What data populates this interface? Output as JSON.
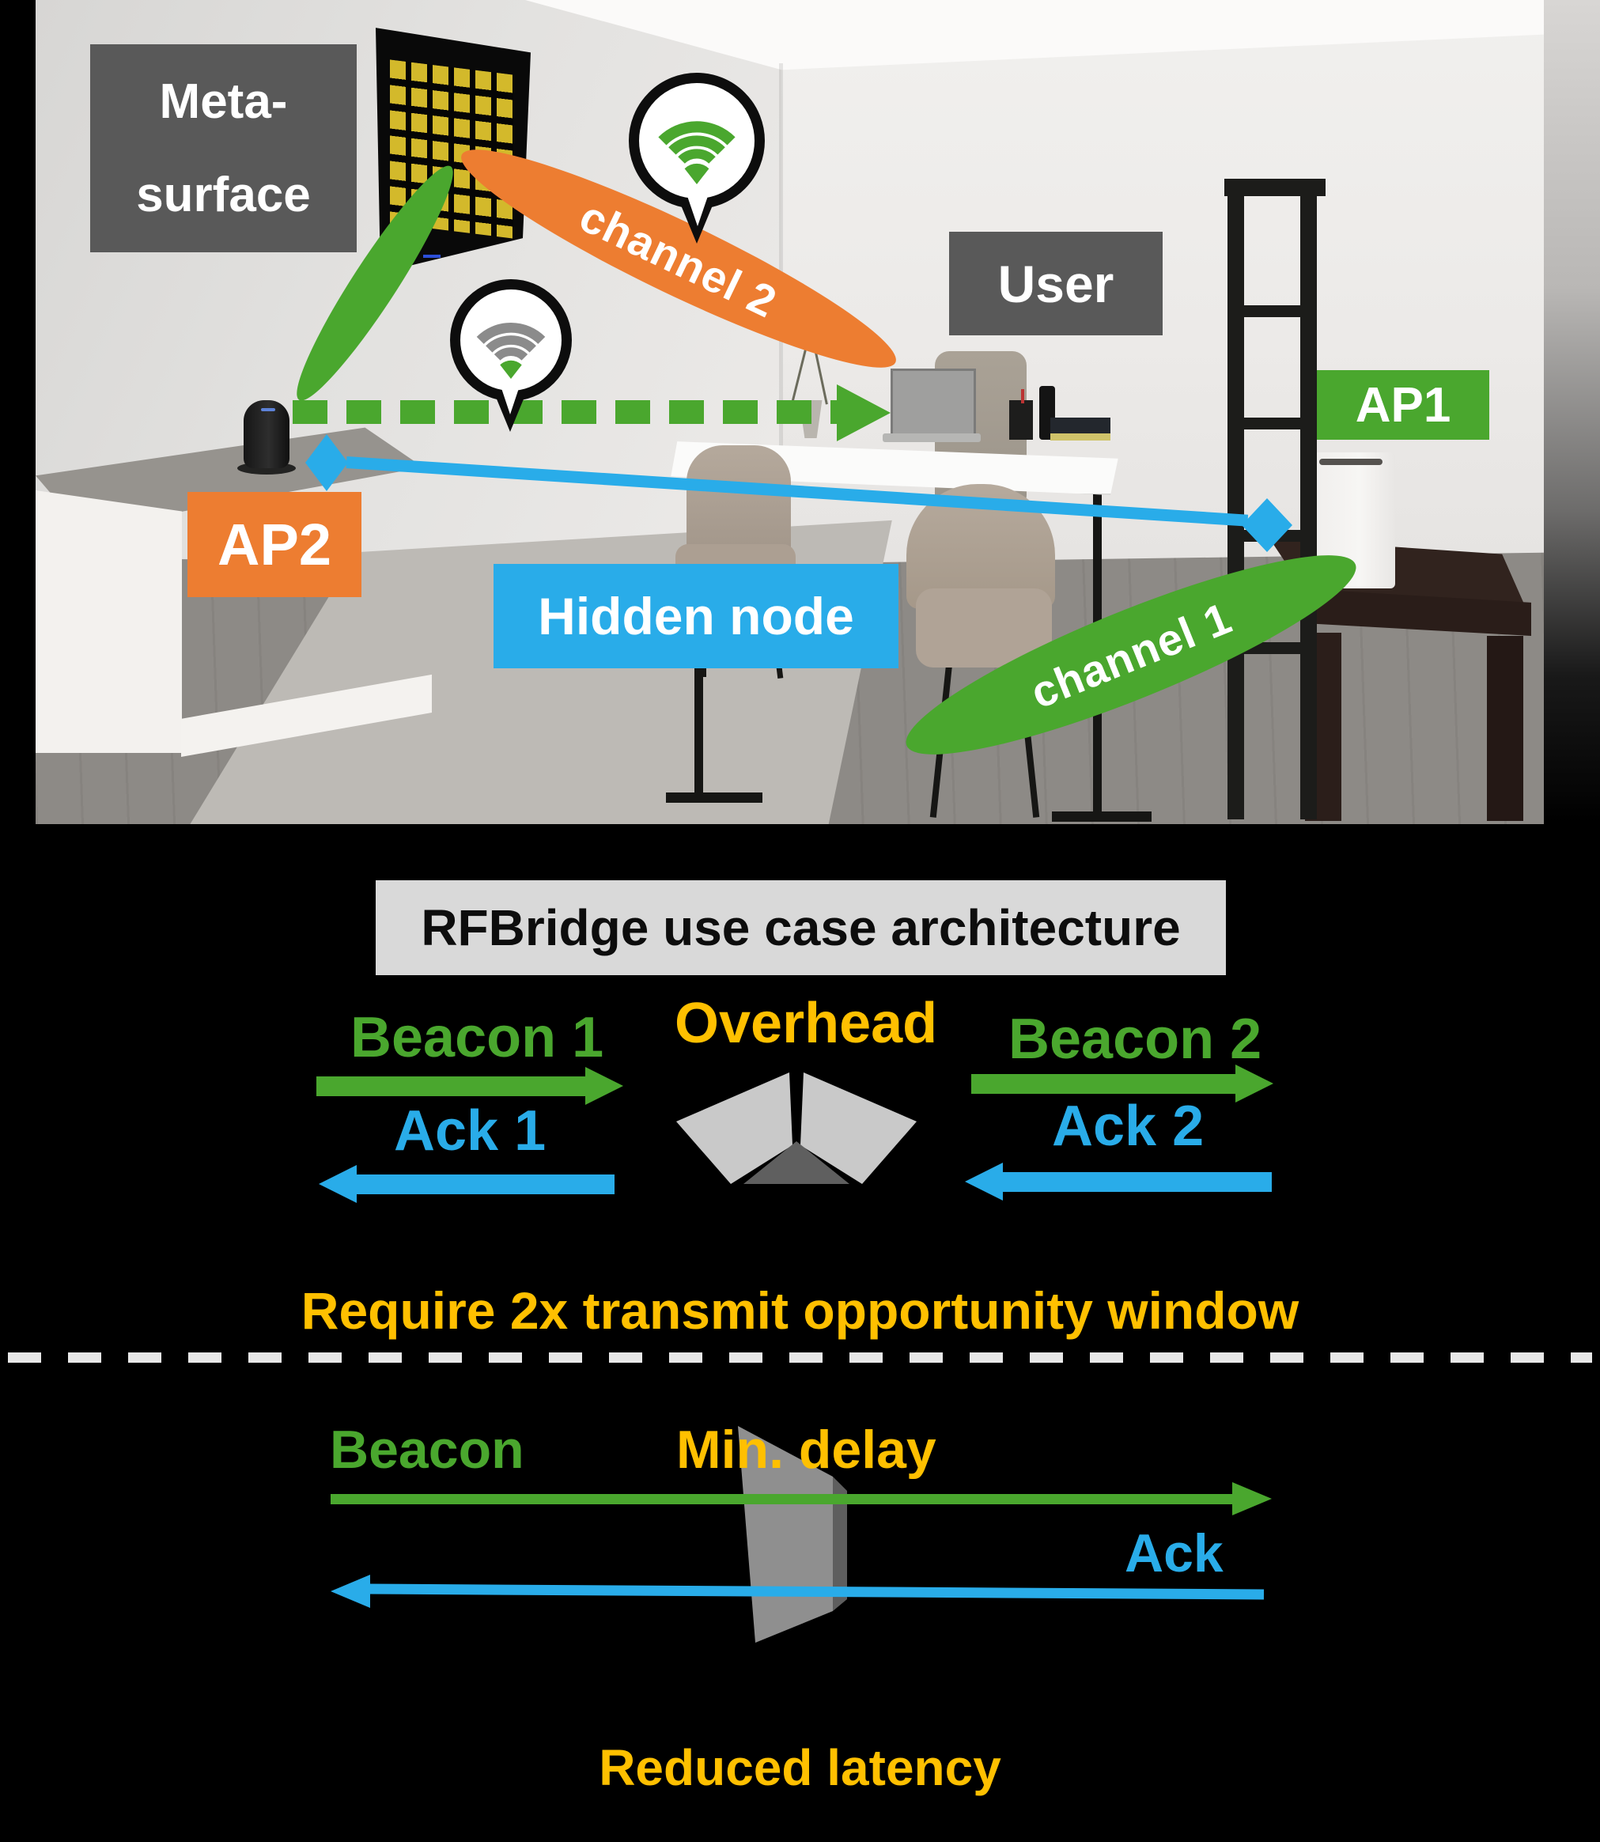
{
  "scene": {
    "labels": {
      "metasurface_line1": "Meta-",
      "metasurface_line2": "surface",
      "user": "User",
      "ap1": "AP1",
      "ap2": "AP2",
      "hidden_node": "Hidden node",
      "channel_1": "channel 1",
      "channel_2": "channel 2"
    },
    "icons": {
      "wifi_active": "wifi-icon",
      "wifi_idle": "wifi-idle-icon"
    }
  },
  "diagram": {
    "title": "RFBridge use case architecture",
    "flow1": {
      "beacon1": "Beacon 1",
      "ack1": "Ack 1",
      "overhead": "Overhead",
      "beacon2": "Beacon 2",
      "ack2": "Ack 2"
    },
    "caption_top": "Require 2x transmit opportunity window",
    "flow2": {
      "beacon": "Beacon",
      "min_delay": "Min. delay",
      "ack": "Ack"
    },
    "caption_bottom": "Reduced latency"
  },
  "colors": {
    "green": "#4AA72E",
    "blue": "#29ACE9",
    "orange": "#ED7D31",
    "gold": "#FFC000",
    "label_gray": "#595959",
    "title_bg": "#D9D9D9",
    "background": "#000000"
  }
}
